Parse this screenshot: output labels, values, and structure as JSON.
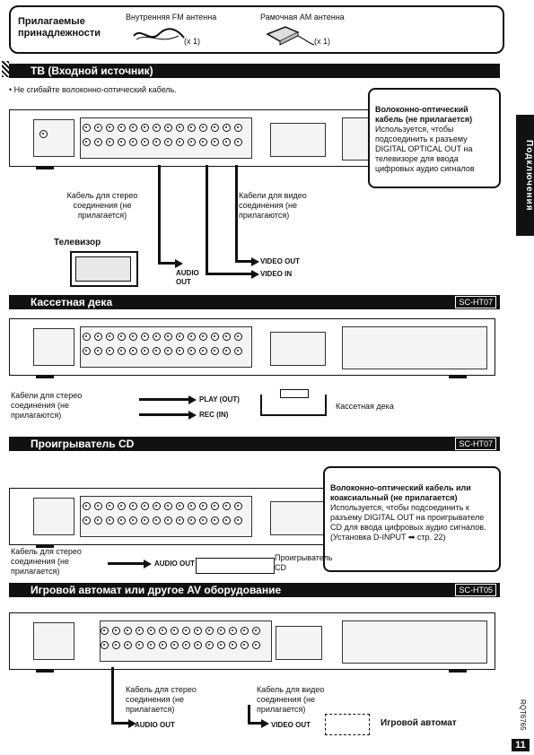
{
  "accessories": {
    "title": "Прилагаемые принадлежности",
    "fm_label": "Внутренняя FM антенна",
    "fm_qty": "(x 1)",
    "am_label": "Рамочная АМ антенна",
    "am_qty": "(x 1)"
  },
  "tv": {
    "title": "ТВ (Входной источник)",
    "note": "• Не сгибайте волоконно-оптический кабель.",
    "optical_title": "Волоконно-оптический кабель (не прилагается)",
    "optical_body": "Используется, чтобы подсоединить к разъему DIGITAL OPTICAL OUT на телевизоре для ввода цифровых аудио сигналов",
    "stereo_cable": "Кабель для стерео соединения (не прилагается)",
    "video_cables": "Кабели для видео соединения (не прилагаются)",
    "tv_label": "Телевизор",
    "audio_out": "AUDIO OUT",
    "video_out": "VIDEO OUT",
    "video_in": "VIDEO IN"
  },
  "cassette": {
    "title": "Кассетная дека",
    "model": "SC-HT07",
    "cables": "Кабели для стерео соединения (не прилагаются)",
    "play_out": "PLAY (OUT)",
    "rec_in": "REC (IN)",
    "deck_label": "Кассетная дека"
  },
  "cd": {
    "title": "Проигрыватель CD",
    "model": "SC-HT07",
    "callout_title": "Волоконно-оптический кабель или коаксиальный (не прилагается)",
    "callout_body": "Используется, чтобы подсоединить к разъему DIGITAL OUT на проигрывателе CD для ввода цифровых аудио сигналов. (Установка D-INPUT ➡ стр. 22)",
    "cable": "Кабель для стерео соединения (не прилагается)",
    "audio_out": "AUDIO OUT",
    "player_label": "Проигрыватель CD"
  },
  "game": {
    "title": "Игровой автомат или другое AV оборудование",
    "model": "SC-HT05",
    "stereo_cable": "Кабель для стерео соединения (не прилагается)",
    "video_cable": "Кабель для видео соединения (не прилагается)",
    "audio_out": "AUDIO OUT",
    "video_out": "VIDEO OUT",
    "device_label": "Игровой автомат"
  },
  "sidebar_tab": "Подключения",
  "doc_code": "RQT6765",
  "page_number": "11"
}
